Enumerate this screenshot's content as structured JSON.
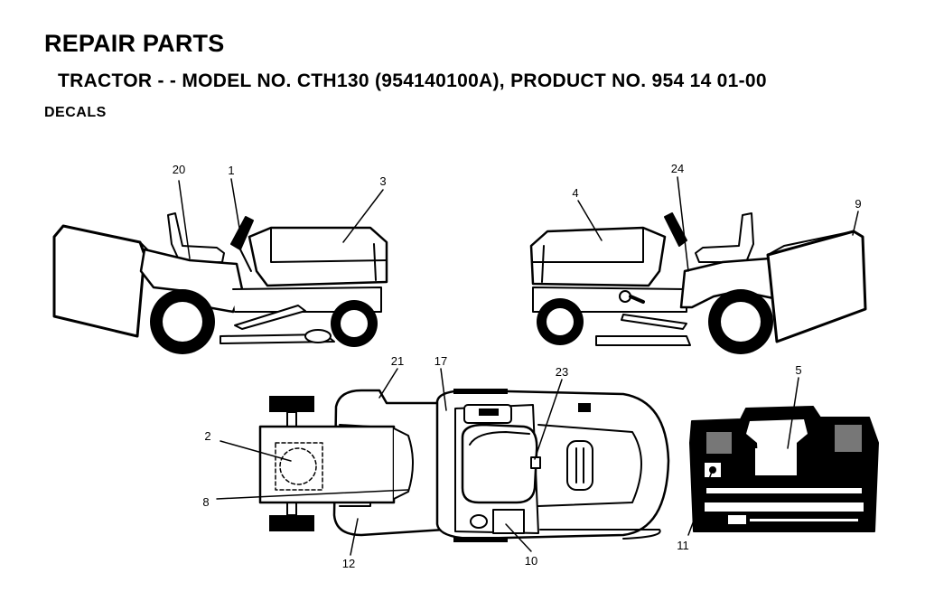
{
  "header": {
    "title": "REPAIR PARTS",
    "subtitle": "TRACTOR - - MODEL NO. CTH130 (954140100A), PRODUCT NO. 954 14 01-00",
    "section": "DECALS"
  },
  "callouts": {
    "c1": "1",
    "c2": "2",
    "c3": "3",
    "c4": "4",
    "c5": "5",
    "c8": "8",
    "c9": "9",
    "c10": "10",
    "c11": "11",
    "c12": "12",
    "c17": "17",
    "c20": "20",
    "c21": "21",
    "c23": "23",
    "c24": "24"
  }
}
